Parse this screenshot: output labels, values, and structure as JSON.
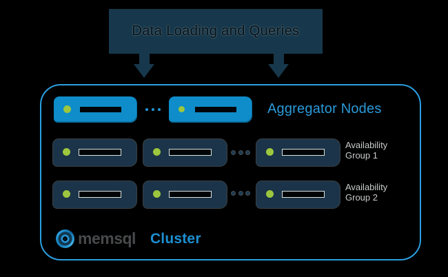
{
  "banner": {
    "label": "Data Loading and Queries"
  },
  "flow": {
    "arrow_icon": "arrow-down-icon"
  },
  "cluster": {
    "aggregator_row": {
      "label": "Aggregator Nodes",
      "ellipsis_icon": "horizontal-ellipsis-icon"
    },
    "availability_groups": [
      {
        "line1": "Availability",
        "line2": "Group 1"
      },
      {
        "line1": "Availability",
        "line2": "Group 2"
      }
    ],
    "logo": {
      "brand": "memsql",
      "label": "Cluster",
      "icon": "memsql-swirl-icon"
    }
  },
  "node": {
    "led_icon": "power-led-icon",
    "slot_icon": "drive-slot"
  },
  "colors": {
    "background": "#000000",
    "banner": "#17384c",
    "aggregator_node_blue": "#0f8dca",
    "leaf_node_navy": "#1b3449",
    "led_green": "#9dc73e",
    "cluster_border_blue": "#2ba0e2",
    "aggregator_label_blue": "#2b9ad8",
    "availability_label_gray": "#c8ccc9",
    "memsql_wordmark_gray": "#47494b",
    "cluster_label_blue": "#1d8fd1"
  }
}
